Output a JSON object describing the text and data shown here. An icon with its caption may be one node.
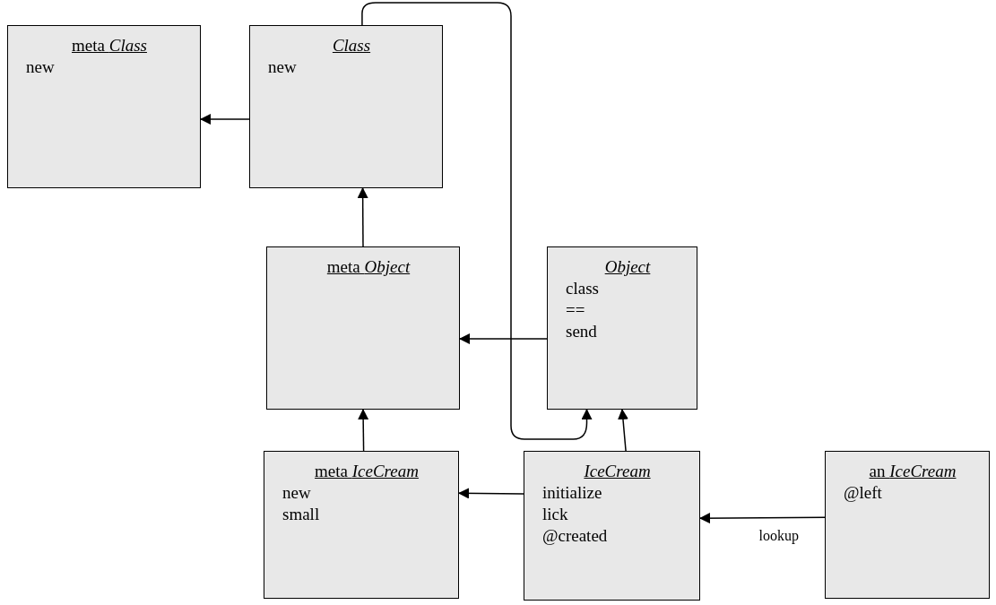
{
  "diagram": {
    "nodes": [
      {
        "text": [
          "meta *Class*",
          "new"
        ]
      },
      {
        "text": [
          "Class",
          "new"
        ]
      },
      {
        "text": [
          "meta *Object*"
        ]
      },
      {
        "text": [
          "Object",
          "class",
          "==",
          "send"
        ]
      },
      {
        "text": [
          "meta *IceCream*",
          "new",
          "small"
        ]
      },
      {
        "text": [
          "IceCream",
          "initialize",
          "lick",
          "@created"
        ]
      },
      {
        "text": [
          "an *IceCream*",
          "@left"
        ]
      }
    ],
    "edges": [
      {
        "from": 1,
        "to": 0,
        "arrow": "to"
      },
      {
        "from": 2,
        "to": 1,
        "arrow": "to"
      },
      {
        "from": 3,
        "to": 2,
        "arrow": "to"
      },
      {
        "from": 4,
        "to": 2,
        "arrow": "to"
      },
      {
        "from": 5,
        "to": 3,
        "arrow": "to"
      },
      {
        "from": 5,
        "to": 4,
        "arrow": "to"
      },
      {
        "from": 6,
        "to": 5,
        "arrow": "to",
        "label": "lookup"
      },
      {
        "from": 1,
        "to": 3,
        "arrow": "to"
      }
    ]
  }
}
